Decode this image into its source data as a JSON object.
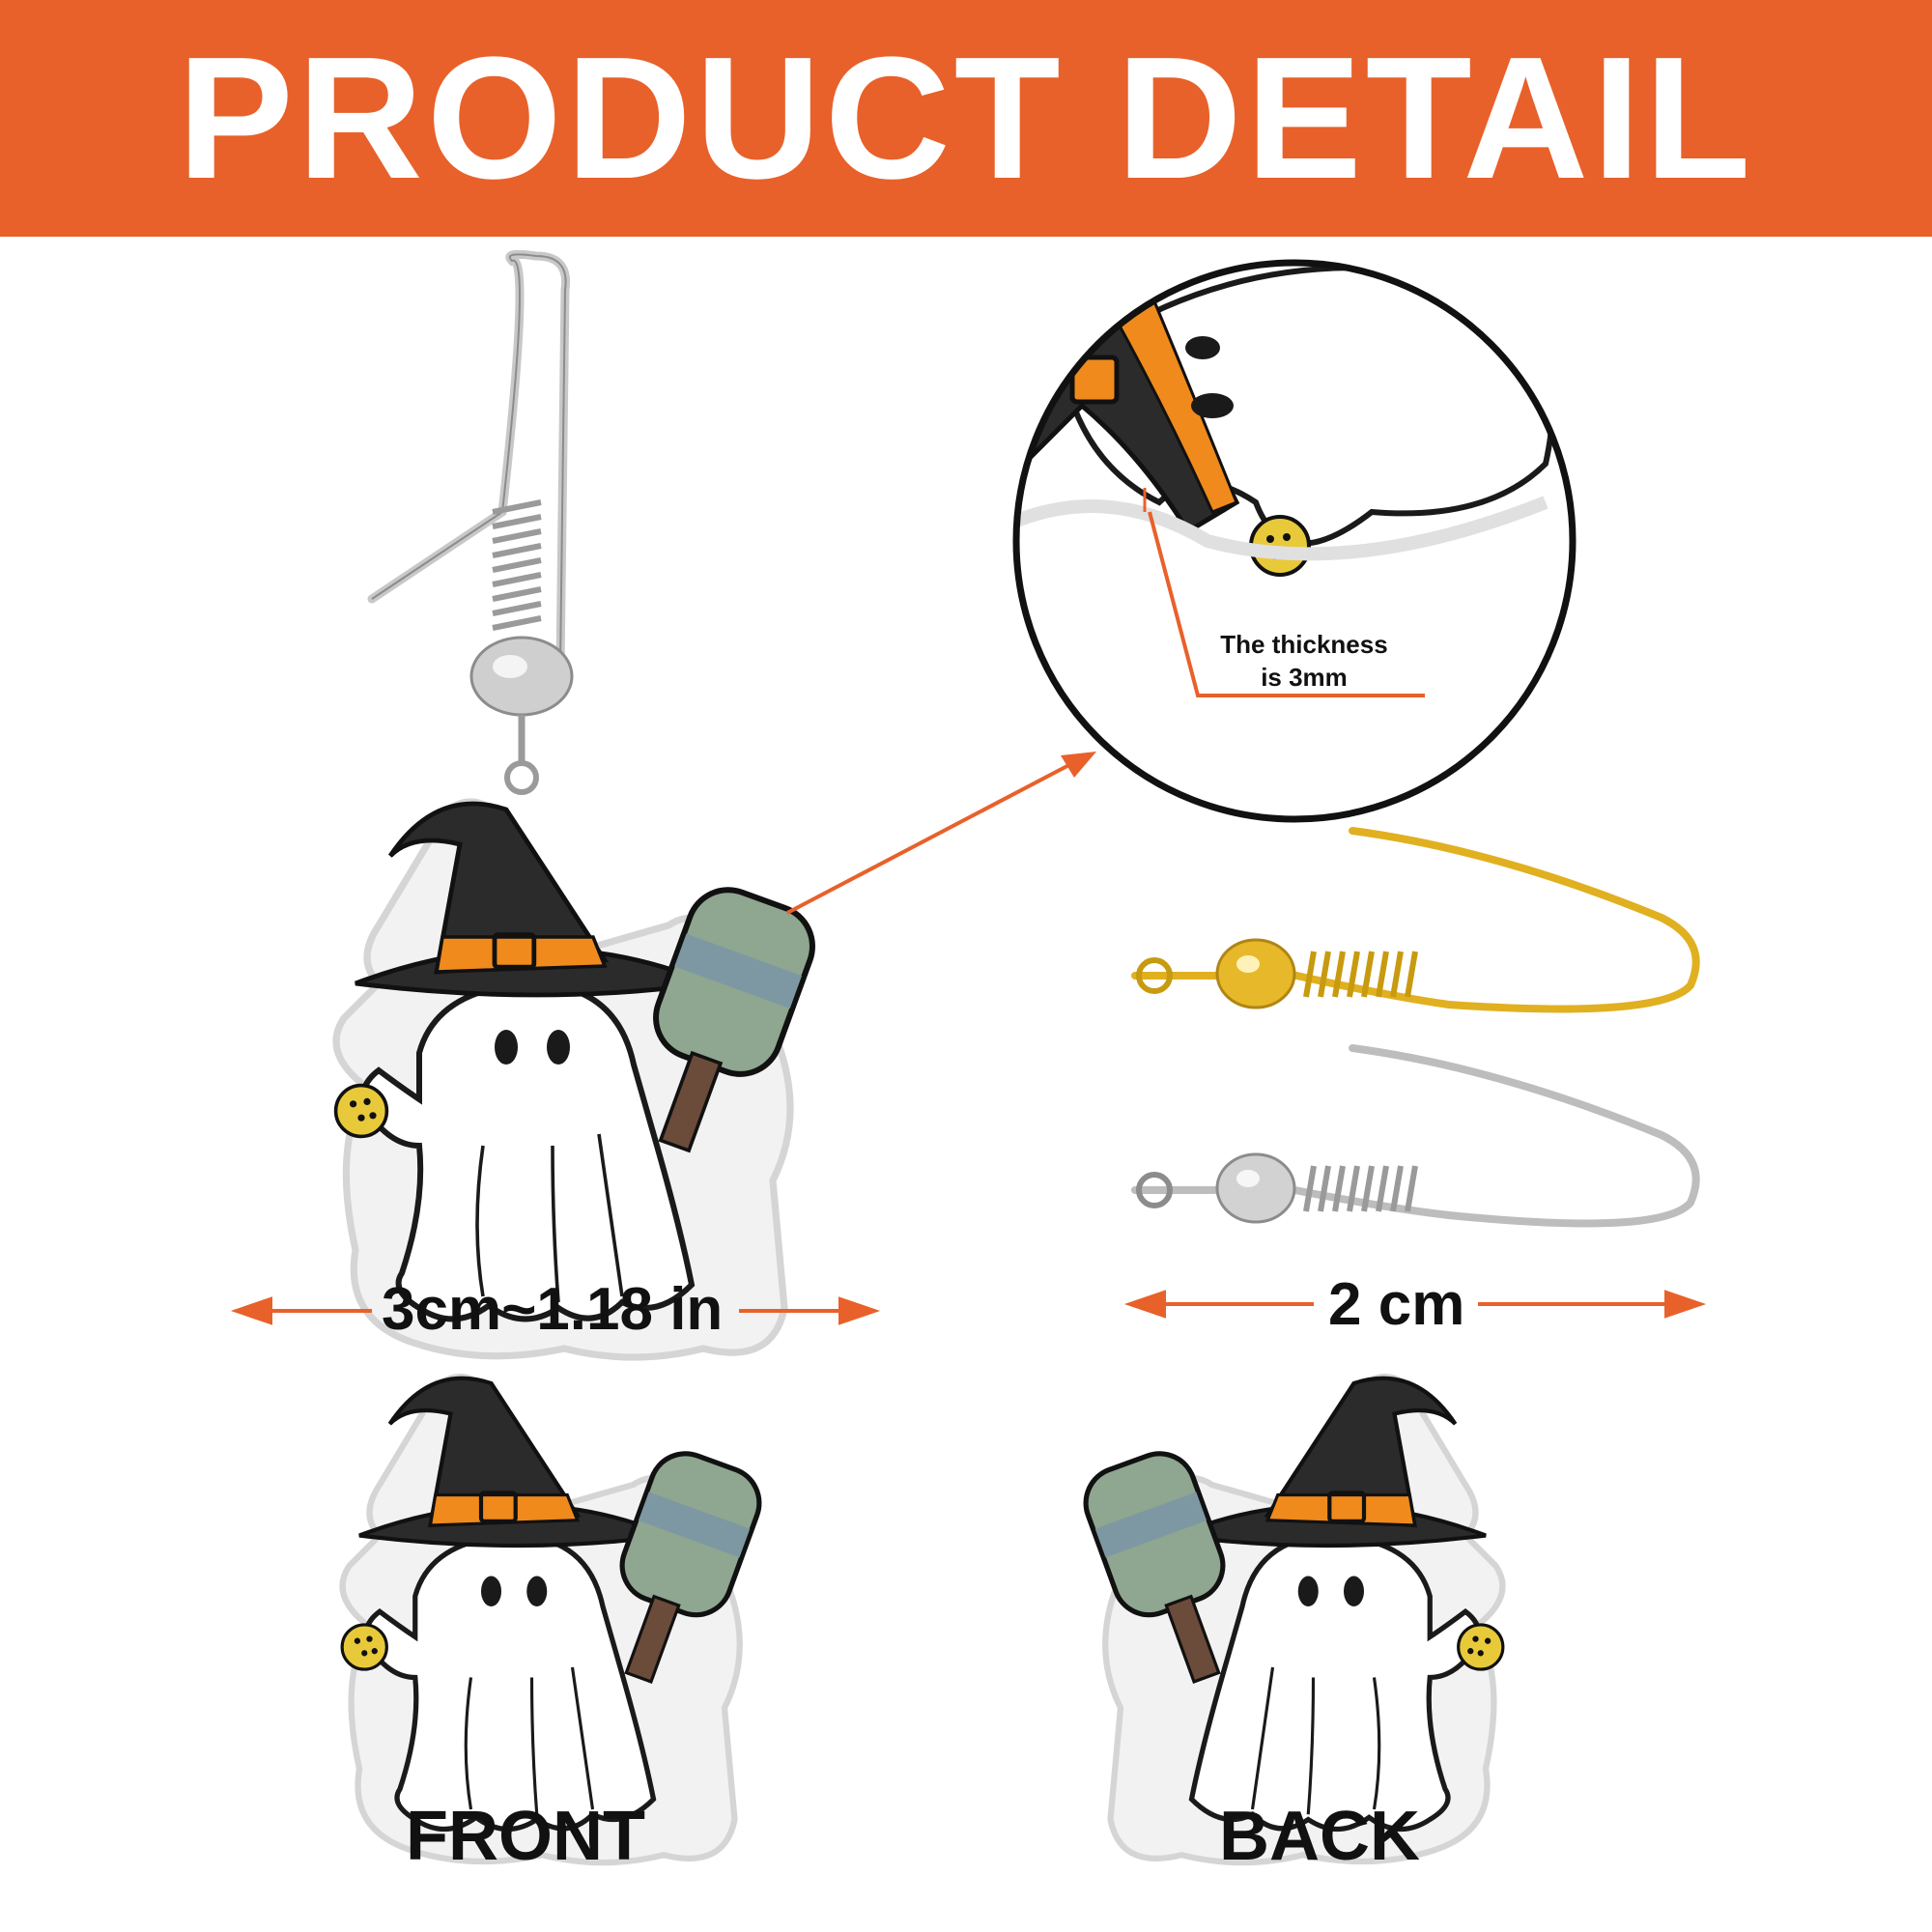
{
  "banner": {
    "title": "PRODUCT DETAIL"
  },
  "detail": {
    "thickness_note": "The thickness\nis 3mm"
  },
  "dimensions": {
    "width_label": "3cm~1.18 in",
    "hook_label": "2 cm"
  },
  "views": {
    "front_label": "FRONT",
    "back_label": "BACK"
  },
  "colors": {
    "accent": "#e8612a",
    "hat": "#2b2b2b",
    "hat_band": "#f08a1c",
    "paddle_blue": "#7d98a3",
    "paddle_green": "#8fa690",
    "ball": "#e8c93a",
    "gold_hook": "#e0b020",
    "silver_hook": "#bdbdbd"
  }
}
